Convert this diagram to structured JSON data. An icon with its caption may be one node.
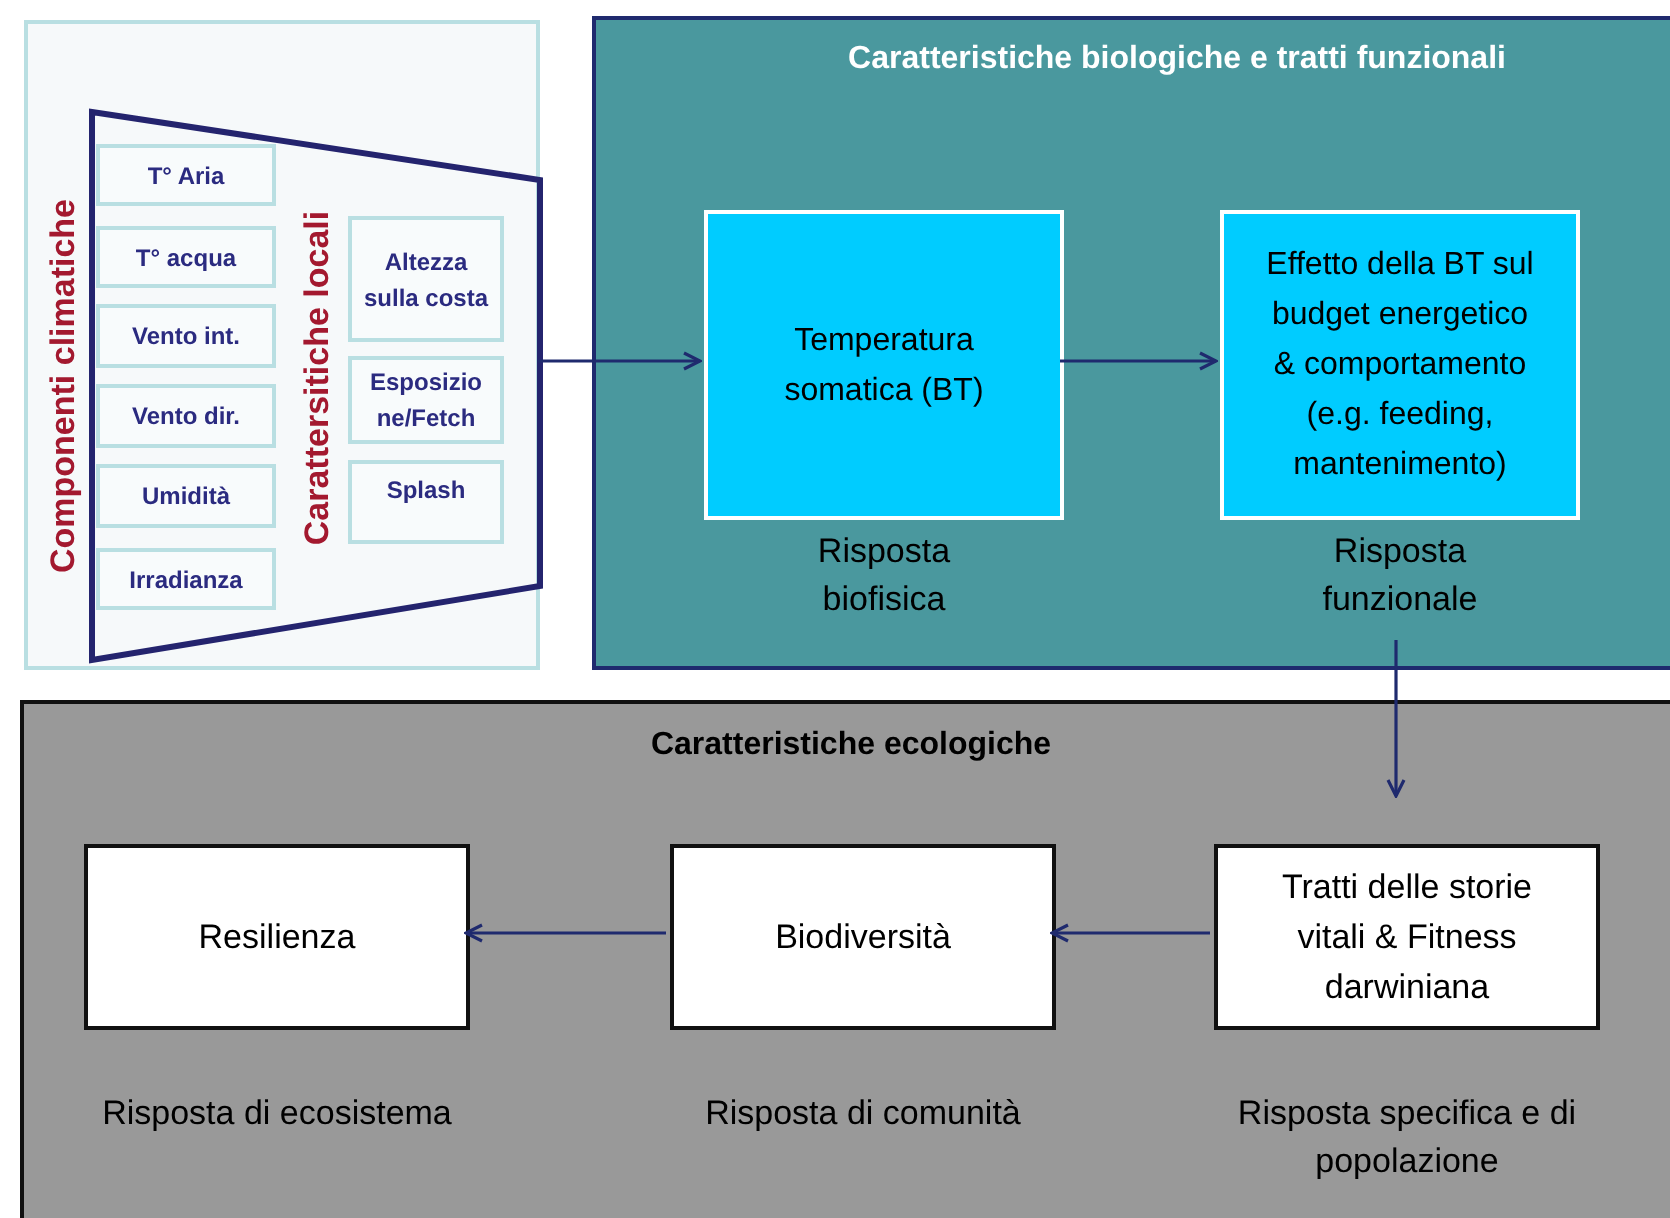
{
  "diagram": {
    "nodes": [
      {
        "text": [],
        "shape": "box"
      },
      {
        "text": [
          "Componenti climatiche",
          "Carattersitiche locali"
        ],
        "in": 0
      },
      {
        "text": [
          "T° Aria"
        ],
        "in": 1
      },
      {
        "text": [
          "T° acqua"
        ],
        "in": 1
      },
      {
        "text": [
          "Vento int."
        ],
        "in": 1
      },
      {
        "text": [
          "Vento dir."
        ],
        "in": 1
      },
      {
        "text": [
          "Umidità"
        ],
        "in": 1
      },
      {
        "text": [
          "Irradianza"
        ],
        "in": 1
      },
      {
        "text": [
          "Altezza sulla costa"
        ],
        "in": 1
      },
      {
        "text": [
          "Esposizio ne/Fetch"
        ],
        "in": 1
      },
      {
        "text": [
          "Splash"
        ],
        "in": 1
      },
      {
        "text": [
          "Caratteristiche biologiche e tratti funzionali"
        ]
      },
      {
        "text": [
          "Temperatura somatica (BT)"
        ],
        "in": 11,
        "beside": [
          "Risposta biofisica"
        ]
      },
      {
        "text": [
          "Effetto della BT sul budget energetico & comportamento (e.g. feeding, mantenimento)"
        ],
        "in": 11,
        "beside": [
          "Risposta funzionale"
        ]
      },
      {
        "text": [
          "Caratteristiche ecologiche"
        ]
      },
      {
        "text": [
          "Resilienza"
        ],
        "in": 14,
        "beside": [
          "Risposta di ecosistema"
        ]
      },
      {
        "text": [
          "Biodiversità"
        ],
        "in": 14,
        "beside": [
          "Risposta di comunità"
        ]
      },
      {
        "text": [
          "Tratti delle storie vitali & Fitness darwiniana"
        ],
        "in": 14,
        "beside": [
          "Risposta specifica e di popolazione"
        ]
      }
    ],
    "edges": [
      {
        "from": 1,
        "to": 12,
        "arrow": "to"
      },
      {
        "from": 12,
        "to": 13,
        "arrow": "to"
      },
      {
        "from": 13,
        "to": 17,
        "arrow": "to"
      },
      {
        "from": 17,
        "to": 16,
        "arrow": "to"
      },
      {
        "from": 16,
        "to": 15,
        "arrow": "to"
      }
    ]
  }
}
